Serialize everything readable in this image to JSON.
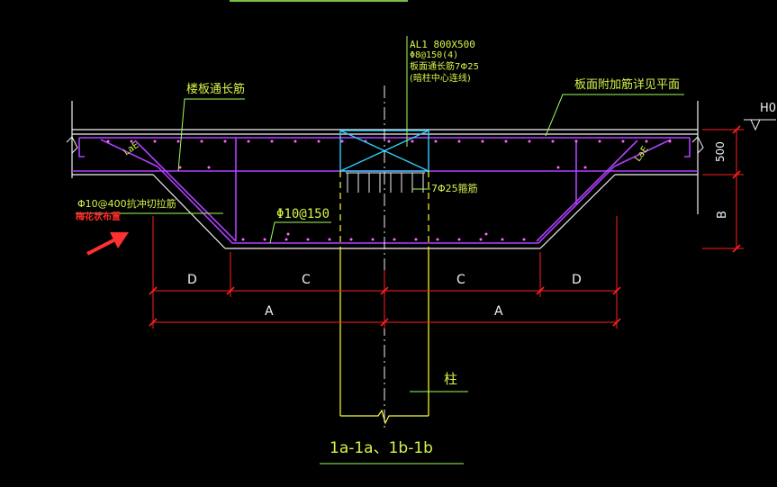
{
  "labels": {
    "beam_spec": [
      "AL1 800X500",
      "Φ8@150(4)",
      "板面通长筋7Φ25",
      "(暗柱中心连线)"
    ],
    "slab_top_bar": "楼板通长筋",
    "additional_bar": "板面附加筋详见平面",
    "elevation": "H0",
    "anti_punch": "Φ10@400抗冲切拉筋",
    "bottom_bar": "Φ10@150",
    "stirrup_note": "7Φ25箍筋",
    "red_note": "梅花状布置",
    "lae_left": "LaE",
    "lae_right": "LaE",
    "dim_500": "500",
    "dim_B": "B",
    "dim_D_left": "D",
    "dim_C_left": "C",
    "dim_C_right": "C",
    "dim_D_right": "D",
    "dim_A_left": "A",
    "dim_A_right": "A",
    "column": "柱",
    "section_title": "1a-1a、1b-1b"
  },
  "colors": {
    "background": "#000000",
    "concrete_outline": "#ffffff",
    "rebar": "#b040ff",
    "rebar_dots": "#ff66ff",
    "dimension": "#ff2020",
    "leader_text": "#d6f44a",
    "column": "#ffff33",
    "beam_box": "#33ccff",
    "arrow": "#ff2a2a"
  },
  "icons": {
    "arrow": "red-arrow-icon",
    "elevation": "elevation-triangle-icon",
    "break": "break-line-icon"
  }
}
